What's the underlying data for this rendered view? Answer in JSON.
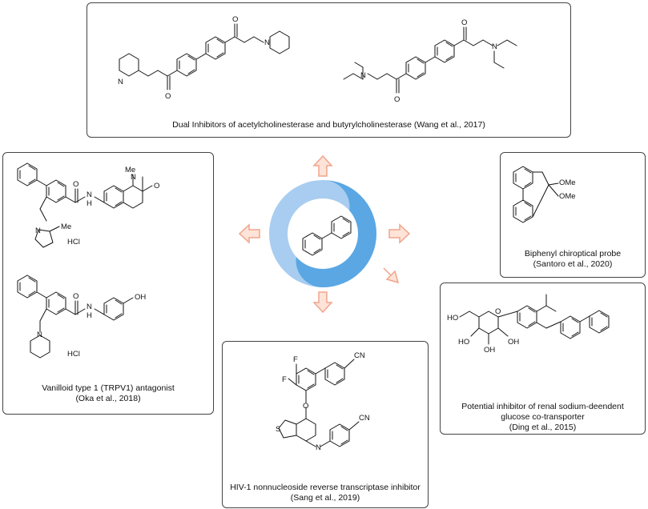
{
  "panels": {
    "top": {
      "caption": "Dual Inhibitors of acetylcholinesterase and butyrylcholinesterase (Wang et al., 2017)"
    },
    "left": {
      "caption_line1": "Vanilloid type 1 (TRPV1) antagonist",
      "caption_line2": "(Oka et al., 2018)",
      "salt1": "HCl",
      "salt2": "HCl"
    },
    "right_top": {
      "caption_line1": "Biphenyl chiroptical probe",
      "caption_line2": "(Santoro et al., 2020)"
    },
    "right_bottom": {
      "caption_line1": "Potential inhibitor of renal sodium-deendent",
      "caption_line2": "glucose co-transporter",
      "caption_line3": "(Ding et al., 2015)"
    },
    "bottom": {
      "caption_line1": "HIV-1 nonnucleoside reverse transcriptase inhibitor",
      "caption_line2": "(Sang et al., 2019)"
    }
  },
  "atom_labels": {
    "O": "O",
    "N": "N",
    "H": "H",
    "NH": "N\nH",
    "Me": "Me",
    "OMe": "OMe",
    "F": "F",
    "CN": "CN",
    "OH": "OH",
    "HO": "HO",
    "S": "S"
  },
  "colors": {
    "center_circle": "#a8cdf0",
    "center_swirl": "#5aa7e3",
    "arrow": "#f0a58c"
  }
}
